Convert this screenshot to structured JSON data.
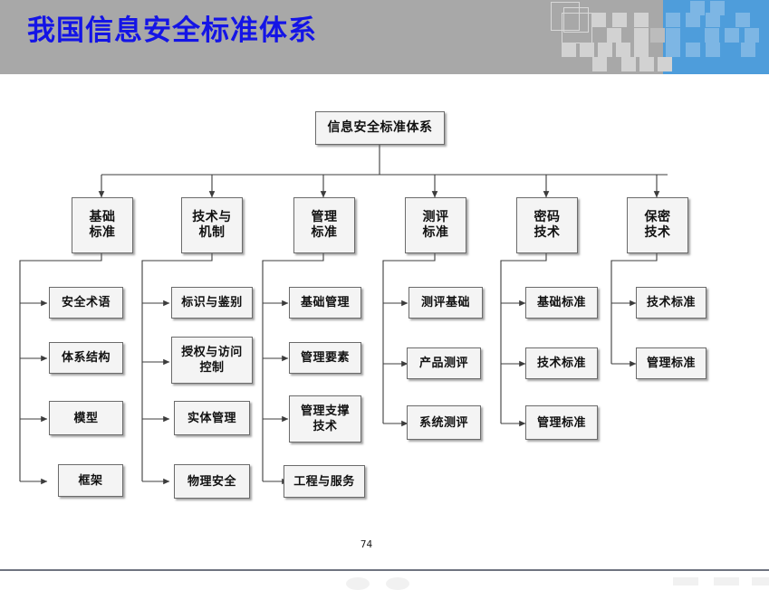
{
  "slide": {
    "title": "我国信息安全标准体系",
    "page_number": "74",
    "title_color": "#1414e6",
    "banner_color": "#a8a8a8",
    "accent_color": "#4e9ddb",
    "node_fill": "#f4f4f4",
    "node_border": "#6b6b6b"
  },
  "diagram": {
    "type": "org-tree",
    "root": {
      "label": "信息安全标准体系"
    },
    "branches": [
      {
        "id": "branch-1",
        "label": "基础\n标准",
        "label_line1": "基础",
        "label_line2": "标准",
        "children": [
          {
            "label": "安全术语"
          },
          {
            "label": "体系结构"
          },
          {
            "label": "模型"
          },
          {
            "label": "框架"
          }
        ]
      },
      {
        "id": "branch-2",
        "label": "技术与\n机制",
        "label_line1": "技术与",
        "label_line2": "机制",
        "children": [
          {
            "label": "标识与鉴别"
          },
          {
            "label": "授权与访问\n控制",
            "label_line1": "授权与访问",
            "label_line2": "控制"
          },
          {
            "label": "实体管理"
          },
          {
            "label": "物理安全"
          }
        ]
      },
      {
        "id": "branch-3",
        "label": "管理\n标准",
        "label_line1": "管理",
        "label_line2": "标准",
        "children": [
          {
            "label": "基础管理"
          },
          {
            "label": "管理要素"
          },
          {
            "label": "管理支撑\n技术",
            "label_line1": "管理支撑",
            "label_line2": "技术"
          },
          {
            "label": "工程与服务"
          }
        ]
      },
      {
        "id": "branch-4",
        "label": "测评\n标准",
        "label_line1": "测评",
        "label_line2": "标准",
        "children": [
          {
            "label": "测评基础"
          },
          {
            "label": "产品测评"
          },
          {
            "label": "系统测评"
          }
        ]
      },
      {
        "id": "branch-5",
        "label": "密码\n技术",
        "label_line1": "密码",
        "label_line2": "技术",
        "children": [
          {
            "label": "基础标准"
          },
          {
            "label": "技术标准"
          },
          {
            "label": "管理标准"
          }
        ]
      },
      {
        "id": "branch-6",
        "label": "保密\n技术",
        "label_line1": "保密",
        "label_line2": "技术",
        "children": [
          {
            "label": "技术标准"
          },
          {
            "label": "管理标准"
          }
        ]
      }
    ]
  }
}
